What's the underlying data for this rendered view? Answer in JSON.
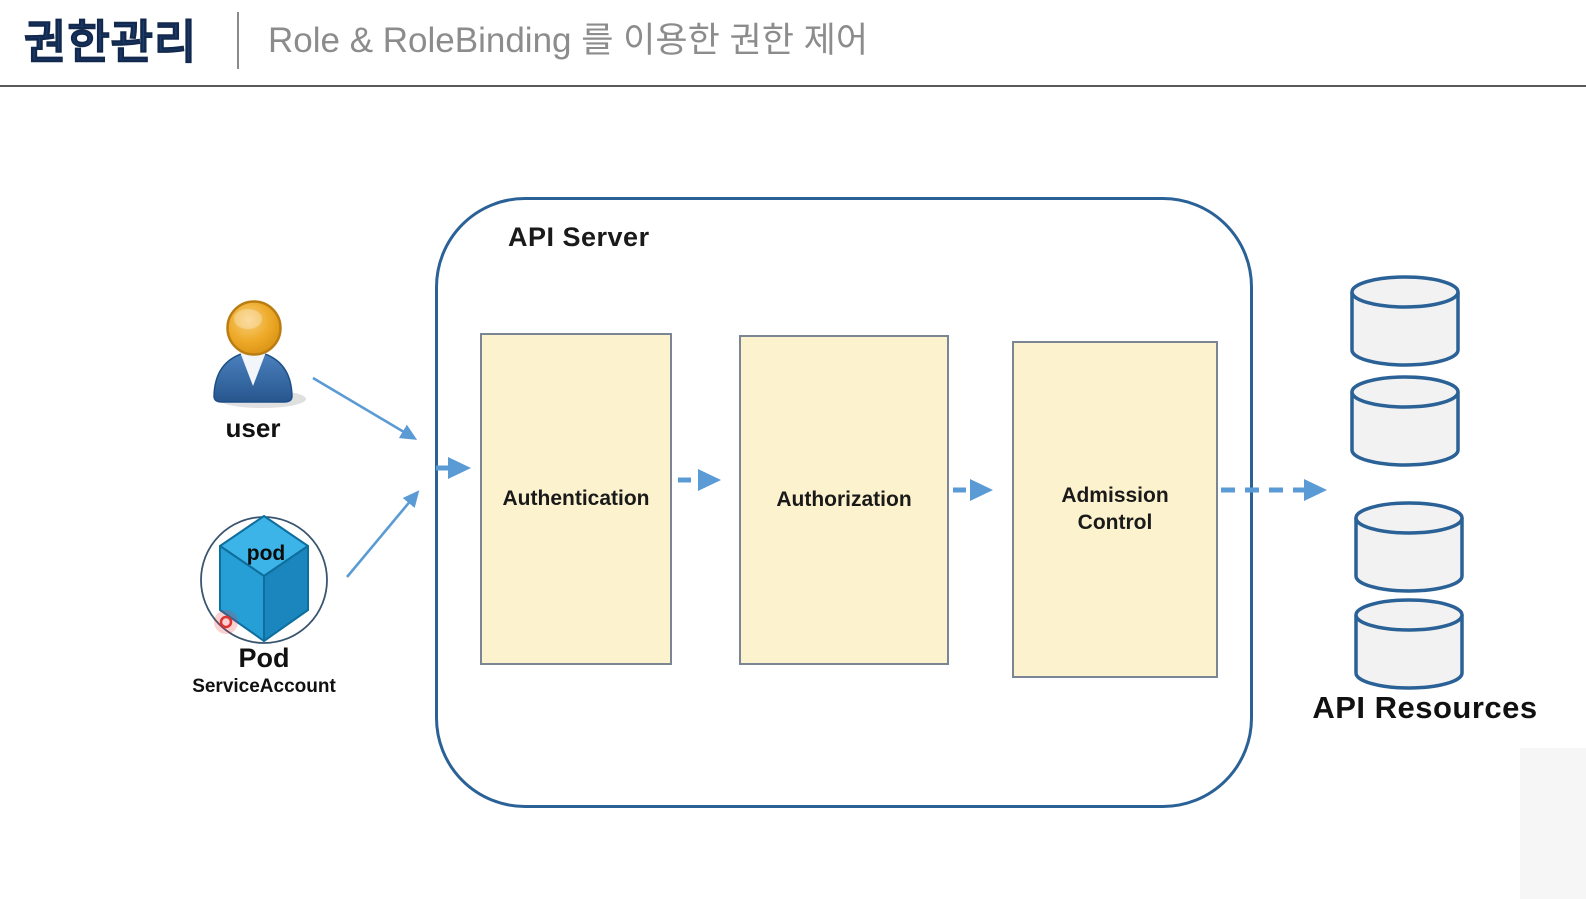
{
  "header": {
    "title": "권한관리",
    "subtitle": "Role & RoleBinding 를 이용한 권한 제어"
  },
  "actors": {
    "user_label": "user",
    "pod_label": "Pod",
    "pod_sublabel": "ServiceAccount",
    "pod_icon_label": "pod"
  },
  "api_server": {
    "label": "API Server",
    "stages": [
      {
        "label": "Authentication"
      },
      {
        "label": "Authorization"
      },
      {
        "label": "Admission\nControl"
      }
    ]
  },
  "resources": {
    "label": "API Resources",
    "cylinder_count": 4
  },
  "colors": {
    "title_navy": "#1c3c6e",
    "subtitle_gray": "#8c8c8c",
    "accent_blue": "#5b9bd5",
    "server_border_blue": "#2a6196",
    "stage_fill_cream": "#fcf2cd",
    "stage_border_gray": "#7a8694",
    "cylinder_fill": "#f2f2f2",
    "pod_blue": "#3cb4e7",
    "head_orange": "#eda927",
    "body_blue": "#3a6ea5",
    "laser_red": "#e03131"
  }
}
